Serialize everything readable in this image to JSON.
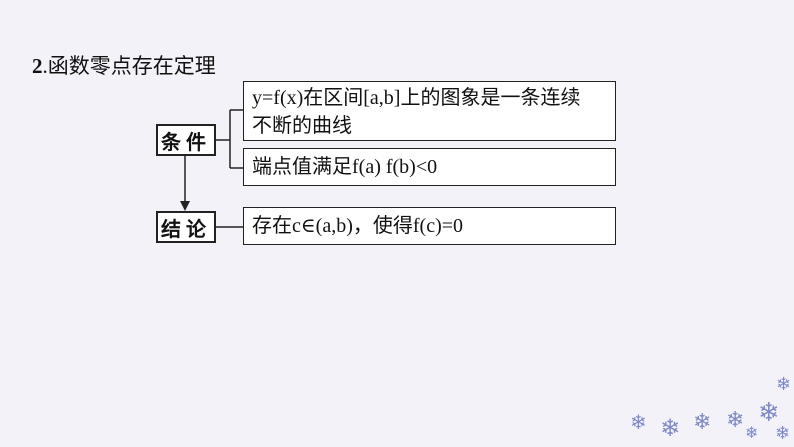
{
  "heading": {
    "number": "2",
    "sep": ".",
    "text": "函数零点存在定理"
  },
  "condition": {
    "label": "条件",
    "items": [
      {
        "line1": "y=f(x)在区间[a,b]上的图象是一条连续",
        "line2": "不断的曲线"
      },
      {
        "line1": "端点值满足f(a) f(b)<0"
      }
    ]
  },
  "conclusion": {
    "label": "结论",
    "text": "存在c∈(a,b)，使得f(c)=0"
  },
  "decoration": {
    "icon": "snowflake-icon",
    "color": "#7f89c9"
  }
}
